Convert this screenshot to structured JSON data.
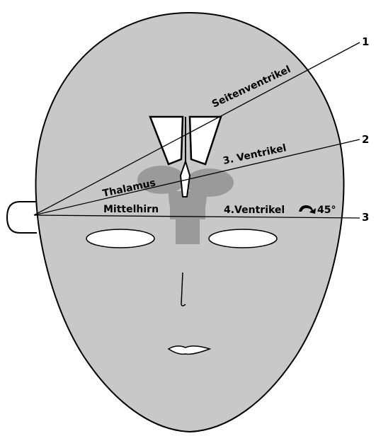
{
  "diagram": {
    "labels": {
      "seitenventrikel": "Seitenventrikel",
      "ventrikel3": "3. Ventrikel",
      "thalamus": "Thalamus",
      "mittelhirn": "Mittelhirn",
      "ventrikel4": "4.Ventrikel",
      "angle": "45°"
    },
    "lines": [
      {
        "number": "1"
      },
      {
        "number": "2"
      },
      {
        "number": "3"
      }
    ],
    "colors": {
      "face": "#c8c8c8",
      "brain_shading": "#9a9a9a",
      "outline": "#000000",
      "ventricle_fill": "#ffffff"
    }
  }
}
